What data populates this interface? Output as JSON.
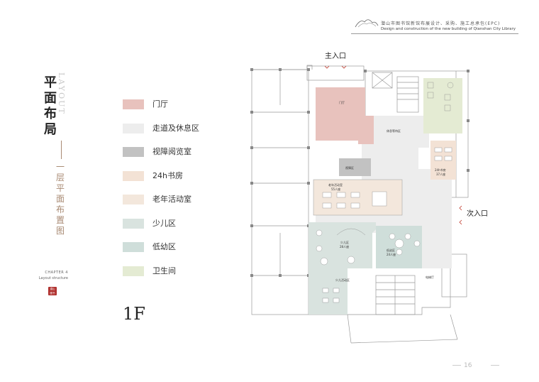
{
  "header": {
    "title_cn": "潜山市图书馆新馆布展设计、采购、施工总承包(EPC)",
    "title_en": "Design and construction of the new building of Qianshan City Library"
  },
  "page": {
    "title": "平面布局",
    "title_en": "LAYOUT",
    "subtitle": "一层平面布置图",
    "chapter": "CHAPTER 4",
    "chapter_sub": "Layout structure",
    "floor": "1F",
    "page_number": "16"
  },
  "legend": [
    {
      "label": "门厅",
      "color": "#e8c2bd"
    },
    {
      "label": "走道及休息区",
      "color": "#ededed"
    },
    {
      "label": "视障阅览室",
      "color": "#c2c2c2"
    },
    {
      "label": "24h书房",
      "color": "#f3e2d5"
    },
    {
      "label": "老年活动室",
      "color": "#f3e7dc"
    },
    {
      "label": "少儿区",
      "color": "#d9e3df"
    },
    {
      "label": "低幼区",
      "color": "#cfdeda"
    },
    {
      "label": "卫生间",
      "color": "#e4ebd3"
    }
  ],
  "plan": {
    "main_entrance": "主入口",
    "side_entrance": "次入口",
    "rooms": {
      "lobby": "门厅",
      "rest": "休息等待区",
      "visual": "视障区",
      "elderly": "老年活动室",
      "elderly_cap": "55人座",
      "study24": "24h书房",
      "study24_cap": "37人座",
      "children": "少儿区",
      "children_cap": "28人座",
      "toddler": "低幼区",
      "toddler_cap": "24人座",
      "children_act": "少儿活动区",
      "elevator_hall": "电梯厅"
    }
  },
  "colors": {
    "accent": "#a88a73",
    "seal": "#b0302e"
  }
}
